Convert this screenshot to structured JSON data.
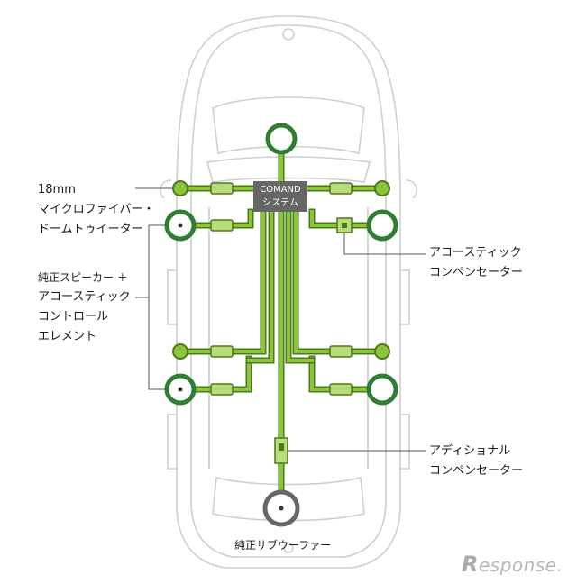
{
  "labels": {
    "tweeter": [
      "18mm",
      "マイクロファイバー・",
      "ドームトゥイーター"
    ],
    "speaker": [
      "純正スピーカー ＋",
      "アコースティック",
      "コントロール",
      "エレメント"
    ],
    "acoustic_comp": [
      "アコースティック",
      "コンペンセーター"
    ],
    "additional_comp": [
      "アディショナル",
      "コンペンセーター"
    ],
    "subwoofer": "純正サブウーファー"
  },
  "comand": [
    "COMAND",
    "システム"
  ],
  "watermark": "esponse.",
  "colors": {
    "wire": "#8cc43c",
    "wire_dark": "#4a7a1a",
    "ring": "#2e7d32",
    "sub_ring": "#666666",
    "car_outline": "#cfcfcf"
  }
}
